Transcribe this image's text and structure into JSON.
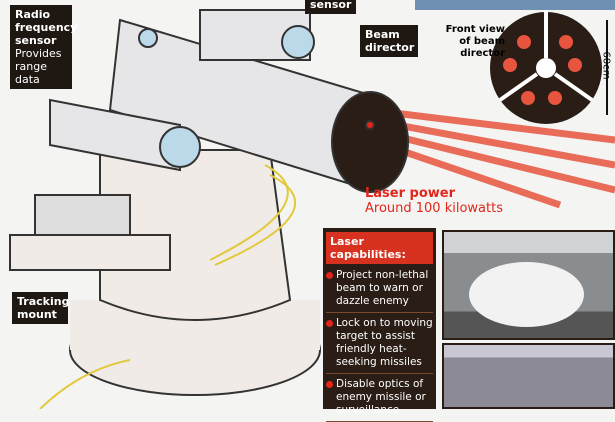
{
  "labels": {
    "top_sensor": "sensor",
    "radio": {
      "title": "Radio frequency sensor",
      "desc": "Provides range data"
    },
    "beam": "Beam director",
    "front_view": "Front view of beam director",
    "size": "60cm",
    "tracking": "Tracking mount"
  },
  "power": {
    "title": "Laser power",
    "value": "Around 100 kilowatts"
  },
  "capabilities": {
    "title": "Laser capabilities:",
    "items": [
      "Project non-lethal beam to warn or dazzle enemy",
      "Lock on to moving target to assist friendly heat-seeking missiles",
      "Disable optics of enemy missile or surveillance"
    ]
  },
  "colors": {
    "laser": "#e3261b",
    "label_bg": "#1f1712"
  }
}
